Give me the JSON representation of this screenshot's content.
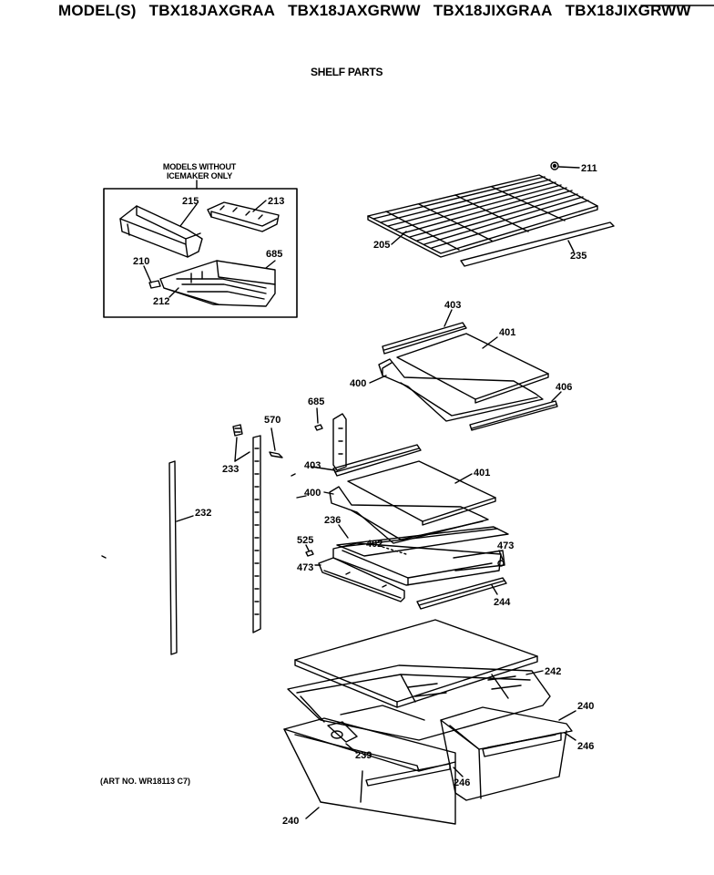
{
  "header": {
    "prefix": "MODEL(S)",
    "models": [
      "TBX18JAXGRAA",
      "TBX18JAXGRWW",
      "TBX18JIXGRAA",
      "TBX18JIXGRWW"
    ]
  },
  "section_title": "SHELF PARTS",
  "inset_note": [
    "MODELS WITHOUT",
    "ICEMAKER ONLY"
  ],
  "art_number": "(ART NO. WR18113 C7)",
  "callouts": {
    "c215": "215",
    "c213": "213",
    "c685a": "685",
    "c210": "210",
    "c212": "212",
    "c211": "211",
    "c205": "205",
    "c235": "235",
    "c403a": "403",
    "c401a": "401",
    "c400a": "400",
    "c406": "406",
    "c685b": "685",
    "c570": "570",
    "c233": "233",
    "c403b": "403",
    "c401b": "401",
    "c400b": "400",
    "c236": "236",
    "c402": "402",
    "c473a": "473",
    "c525": "525",
    "c473b": "473",
    "c244": "244",
    "c232": "232",
    "c242": "242",
    "c240a": "240",
    "c246a": "246",
    "c239": "239",
    "c246b": "246",
    "c240b": "240"
  }
}
